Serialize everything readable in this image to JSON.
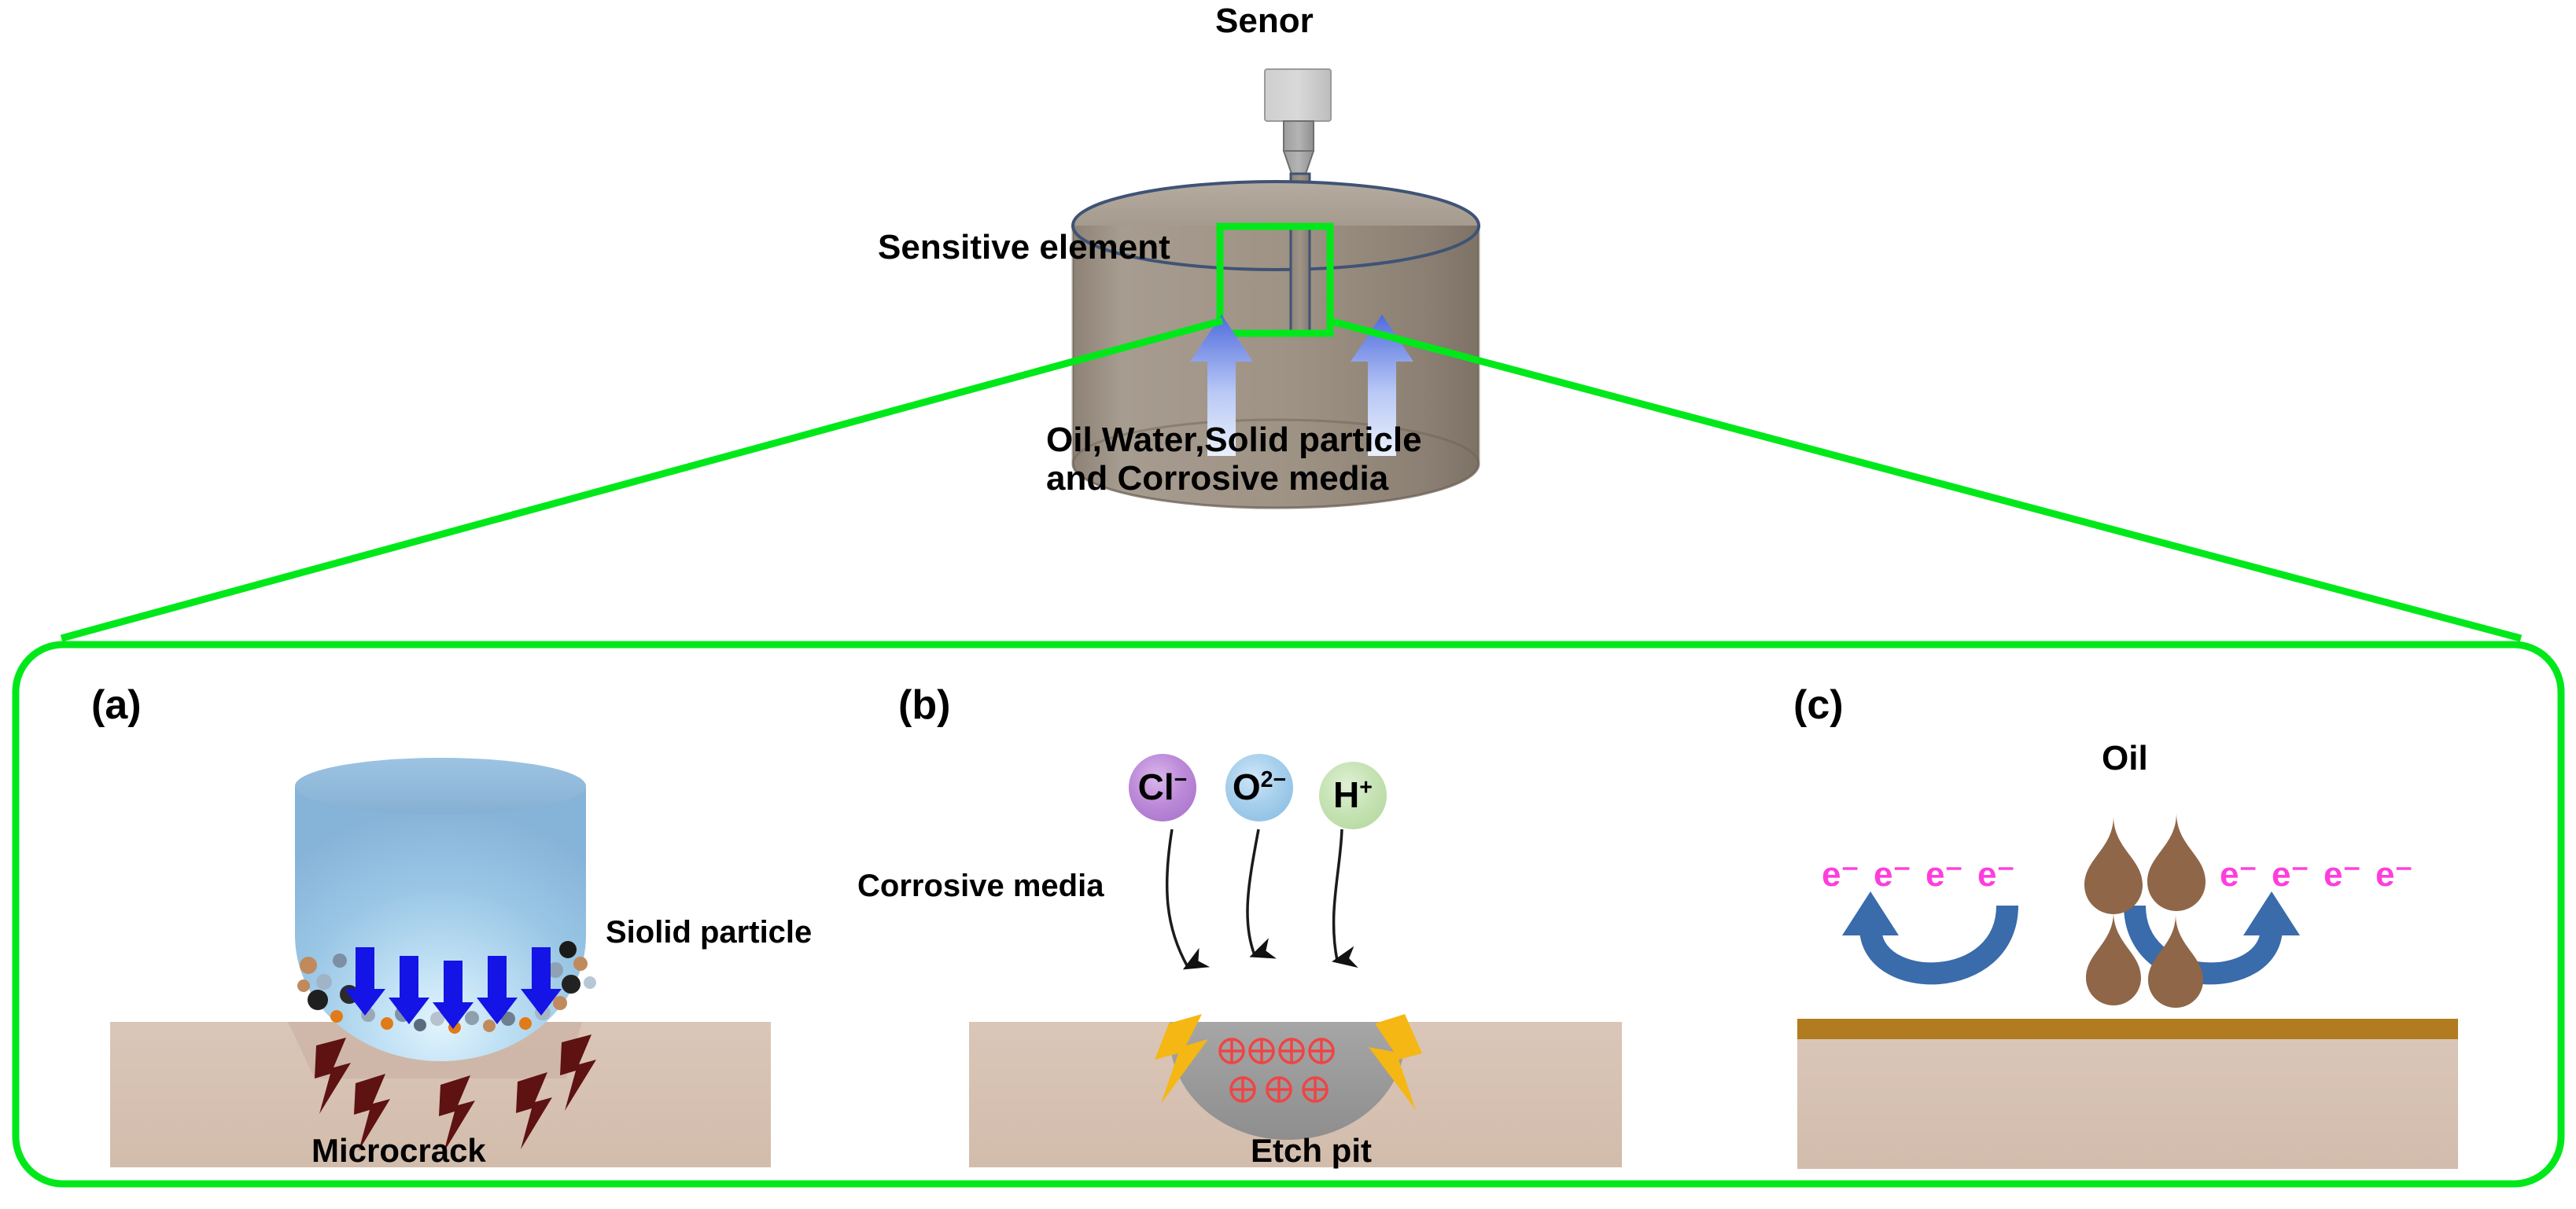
{
  "figure": {
    "title_sensor": "Senor",
    "label_sensitive_element": "Sensitive element",
    "label_media_line1": "Oil,Water,Solid  particle",
    "label_media_line2": "and Corrosive  media"
  },
  "panels": [
    {
      "tag": "(a)",
      "labels": {
        "solid_particle": "Siolid particle",
        "microcrack": "Microcrack"
      },
      "arrows_down_count": 5,
      "crack_count": 5
    },
    {
      "tag": "(b)",
      "labels": {
        "corrosive_media": "Corrosive media",
        "etch_pit": "Etch pit"
      },
      "ions": [
        {
          "name": "chloride-ion",
          "symbol": "Cl",
          "charge": "−",
          "color": "#b985d4"
        },
        {
          "name": "oxide-ion",
          "symbol": "O",
          "charge": "2−",
          "color": "#9dc8e8"
        },
        {
          "name": "hydrogen-ion",
          "symbol": "H",
          "charge": "+",
          "color": "#c3e0b0"
        }
      ],
      "pit_charges_row1": 4,
      "pit_charges_row2": 3
    },
    {
      "tag": "(c)",
      "labels": {
        "oil": "Oil",
        "electron": "e⁻"
      },
      "electron_groups": 2,
      "electrons_per_group": 4,
      "oil_droplets": 4
    }
  ],
  "colors": {
    "accent_green": "#00e81a",
    "substrate": "#d5bfb0",
    "tank_body": "#9e9284",
    "tank_outline": "#3f5375",
    "droplet_blue": "#8cb8dd",
    "arrow_blue": "#1414e6",
    "crack_red": "#5e1212",
    "pit_gray": "#9a9a9a",
    "pit_charge_red": "#ef4444",
    "bolt_yellow": "#f5b713",
    "electron_pink": "#ff3ddc",
    "curve_arrow_blue": "#3a6bab",
    "oil_brown": "#8f6647",
    "gold_layer": "#b07c1f"
  }
}
